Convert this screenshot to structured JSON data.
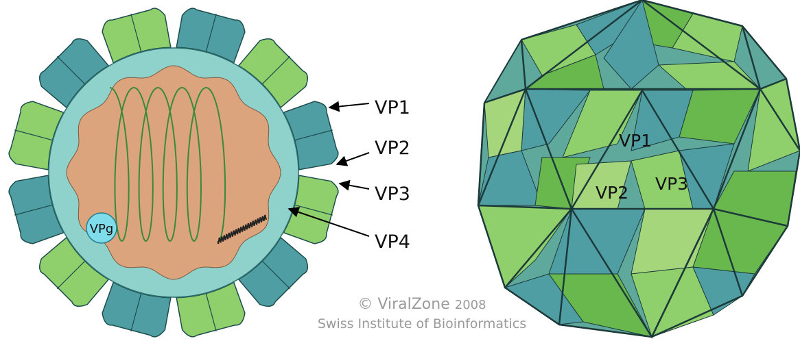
{
  "cross_section": {
    "labels": {
      "vp1": "VP1",
      "vp2": "VP2",
      "vp3": "VP3",
      "vp4": "VP4",
      "vpg": "VPg"
    }
  },
  "capsid_3d": {
    "labels": {
      "vp1": "VP1",
      "vp2": "VP2",
      "vp3": "VP3"
    }
  },
  "credit": {
    "line1_symbol": "©",
    "line1_name": "ViralZone",
    "line1_year": "2008",
    "line2": "Swiss Institute of Bioinformatics"
  },
  "colors": {
    "vp1_teal": "#4f9ea4",
    "vp2_green": "#8fd06c",
    "vp3_green": "#69b84d",
    "vp4_inner": "#8fd2cc",
    "interior": "#dba47c",
    "rna": "#3a8a3a",
    "vpg": "#7fdcea"
  }
}
